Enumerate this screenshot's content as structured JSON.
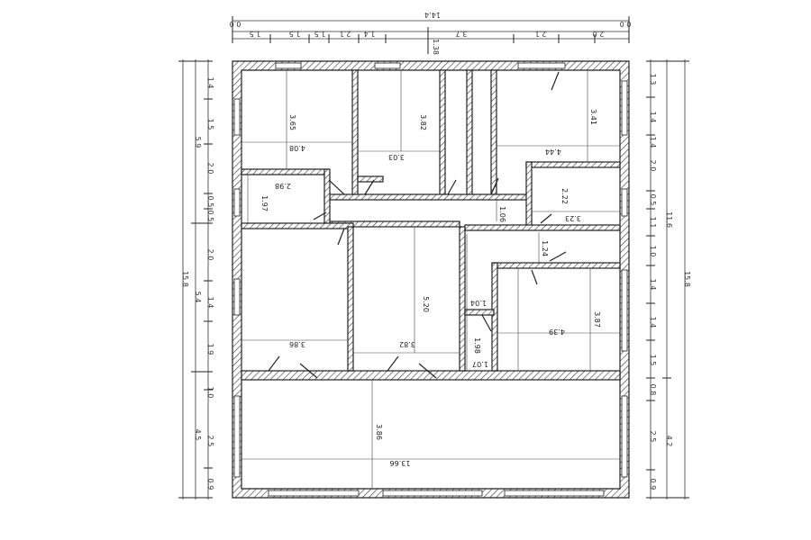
{
  "top_dims": {
    "total": "14.4",
    "end_left": "0.0",
    "end_right": "0.0",
    "segments": [
      "1.5",
      "1.5",
      "1.5",
      "2.1",
      "1.4",
      "3.7",
      "2.1",
      "2.0"
    ],
    "center": "1.38"
  },
  "left_dims": {
    "outer_total": "15.8",
    "groups": [
      "5.9",
      "5.4",
      "4.5"
    ],
    "segments": [
      "1.4",
      "1.5",
      "2.0",
      "0.5",
      "0.5",
      "2.0",
      "1.4",
      "1.9",
      "1.0",
      "2.5",
      "0.9"
    ]
  },
  "right_dims": {
    "outer_total": "15.8",
    "groups": [
      "11.6",
      "4.2"
    ],
    "segments": [
      "1.3",
      "1.4",
      "1.4",
      "2.0",
      "0.5",
      "1.1",
      "1.0",
      "1.4",
      "1.4",
      "1.5",
      "0.8",
      "2.5",
      "0.9"
    ]
  },
  "rooms": {
    "r1_h": "3.65",
    "r1_w": "4.08",
    "r2_h": "3.82",
    "r2_w": "3.03",
    "r3_h": "3.41",
    "r3_w": "4.44",
    "r4_h": "1.97",
    "r4_w": "2.98",
    "corridor": "1.06",
    "r5_h": "2.22",
    "r5_w": "3.23",
    "r6": "1.24",
    "r7_w": "3.86",
    "r8_h": "5.20",
    "r8_w": "3.82",
    "r9": "1.04",
    "r10_h": "1.98",
    "r10_w": "1.07",
    "r11_h": "3.87",
    "r11_w": "4.39",
    "hall_h": "3.86",
    "hall_w": "13.66"
  }
}
